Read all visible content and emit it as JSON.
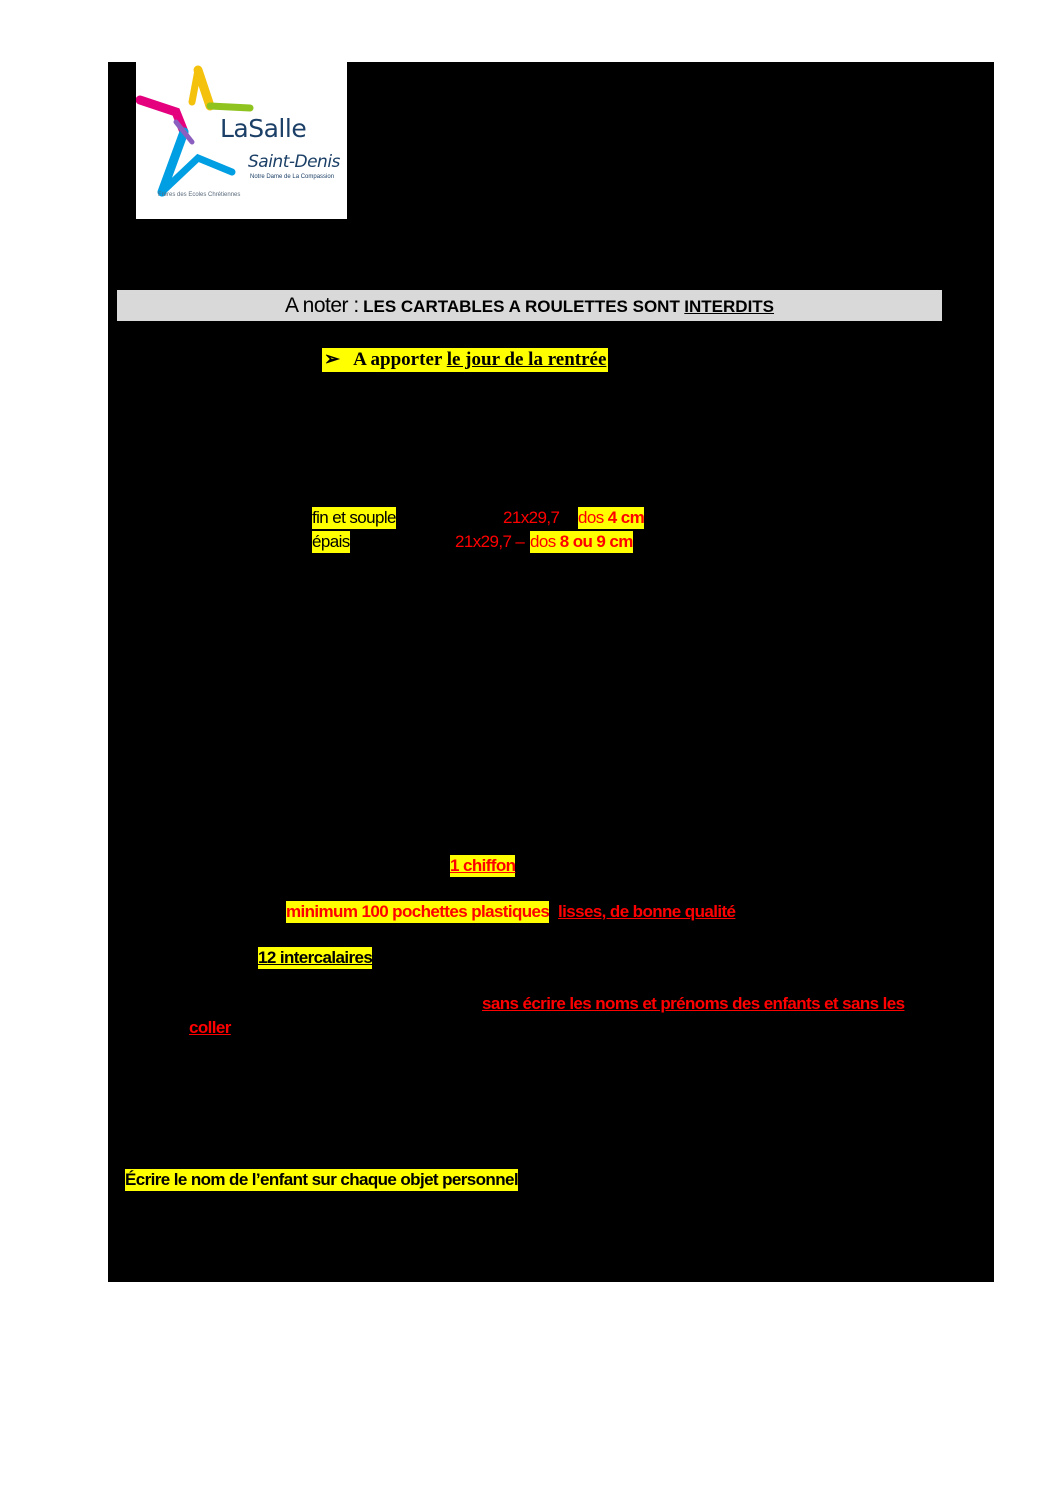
{
  "logo": {
    "name": "LaSalle",
    "city": "Saint-Denis",
    "school": "Notre Dame de La Compassion",
    "network": "Frères des Ecoles Chrétiennes",
    "colors": [
      "#f4c20d",
      "#e5007e",
      "#009fe3",
      "#8fc31f",
      "#1b3f66"
    ]
  },
  "notice": {
    "lead": "A noter :",
    "text": "LES CARTABLES A ROULETTES SONT",
    "emphasis": "INTERDITS"
  },
  "section": {
    "arrow": "➢",
    "part1": "A apporter",
    "part2": "le jour de la rentrée"
  },
  "binders": [
    {
      "kind": "fin et souple",
      "size": "21x29,7",
      "spine": "dos",
      "spine_size": "4 cm"
    },
    {
      "kind": "épais",
      "size": "21x29,7 –",
      "spine": "dos",
      "spine_size": "8 ou 9 cm"
    }
  ],
  "items": {
    "cloth": "1 chiffon",
    "pockets": "minimum 100 pochettes plastiques",
    "pockets_quality": "lisses, de bonne qualité",
    "dividers": "12 intercalaires",
    "names_line1": "sans écrire les noms et prénoms des enfants et sans les",
    "names_line2": "coller"
  },
  "footer": {
    "label_note": "Écrire le nom de l’enfant sur chaque objet personnel"
  }
}
